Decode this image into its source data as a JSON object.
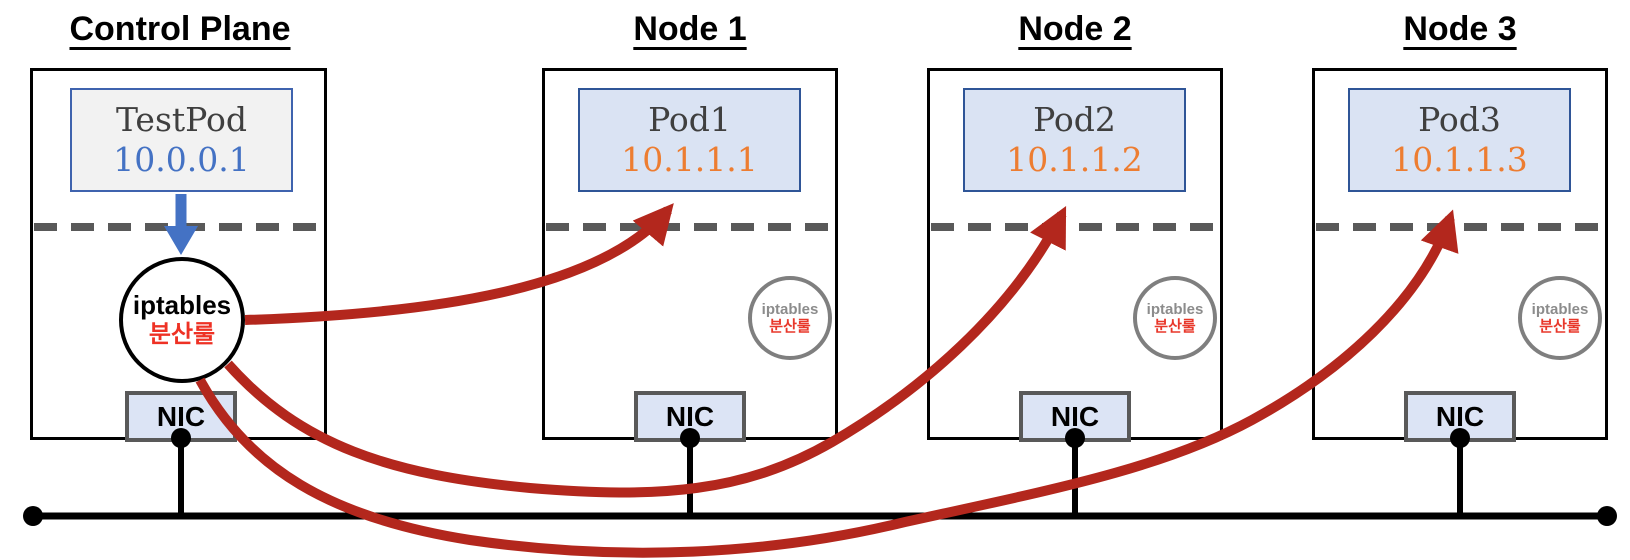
{
  "diagram_title": "Kubernetes service iptables load-balancing diagram",
  "nodes": [
    {
      "title": "Control Plane",
      "pod": {
        "name": "TestPod",
        "ip": "10.0.0.1"
      },
      "iptables": {
        "label": "iptables",
        "sublabel": "분산룰",
        "active": true
      },
      "nic_label": "NIC"
    },
    {
      "title": "Node 1",
      "pod": {
        "name": "Pod1",
        "ip": "10.1.1.1"
      },
      "iptables": {
        "label": "iptables",
        "sublabel": "분산룰",
        "active": false
      },
      "nic_label": "NIC"
    },
    {
      "title": "Node 2",
      "pod": {
        "name": "Pod2",
        "ip": "10.1.1.2"
      },
      "iptables": {
        "label": "iptables",
        "sublabel": "분산룰",
        "active": false
      },
      "nic_label": "NIC"
    },
    {
      "title": "Node 3",
      "pod": {
        "name": "Pod3",
        "ip": "10.1.1.3"
      },
      "iptables": {
        "label": "iptables",
        "sublabel": "분산룰",
        "active": false
      },
      "nic_label": "NIC"
    }
  ],
  "arrows": [
    {
      "from": "TestPod",
      "to": "iptables 분산룰 (Control Plane)",
      "color": "#4472c4",
      "style": "straight-down"
    },
    {
      "from": "iptables 분산룰 (Control Plane)",
      "to": "Pod1 10.1.1.1",
      "color": "#b3271d",
      "style": "curved"
    },
    {
      "from": "iptables 분산룰 (Control Plane)",
      "to": "Pod2 10.1.1.2",
      "color": "#b3271d",
      "style": "curved"
    },
    {
      "from": "iptables 분산룰 (Control Plane)",
      "to": "Pod3 10.1.1.3",
      "color": "#b3271d",
      "style": "curved"
    }
  ],
  "colors": {
    "red_arrow": "#b3271d",
    "blue_arrow": "#4472c4",
    "pod_fill": "#dae3f3",
    "pod_border": "#2f5597",
    "testpod_fill": "#f2f2f2",
    "testpod_border": "#3f63ae",
    "ip_orange": "#ed7d31",
    "ip_blue": "#4472c4",
    "nic_fill": "#dce4f5",
    "nic_border": "#595959",
    "dashed_line": "#595959",
    "korean_red": "#ee3124",
    "gray_circle": "#7f7f7f",
    "bus_black": "#000000"
  }
}
